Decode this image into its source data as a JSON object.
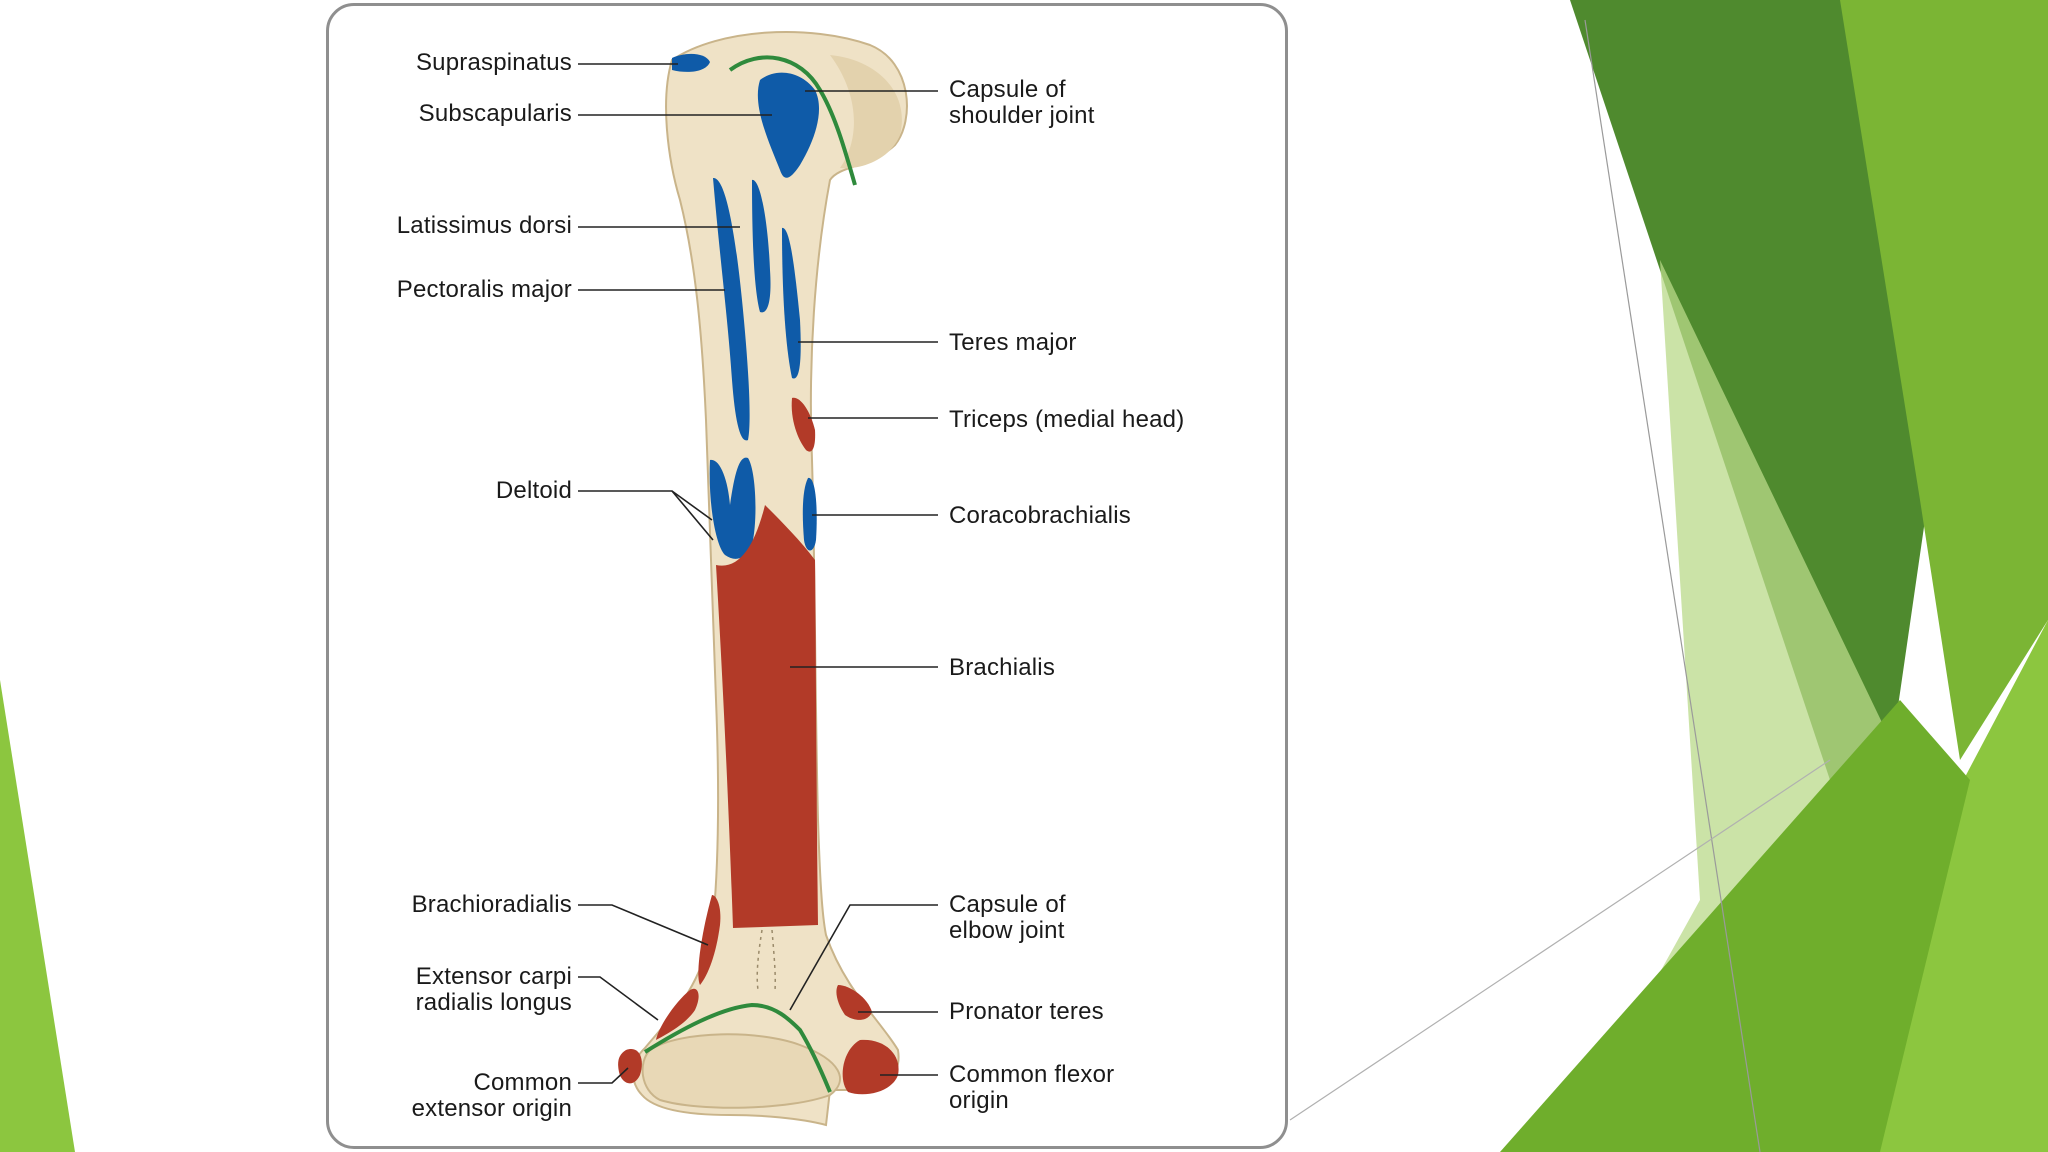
{
  "figure": {
    "labels_left": [
      {
        "id": "supraspinatus",
        "text": "Supraspinatus"
      },
      {
        "id": "subscapularis",
        "text": "Subscapularis"
      },
      {
        "id": "latissimus-dorsi",
        "text": "Latissimus dorsi"
      },
      {
        "id": "pectoralis-major",
        "text": "Pectoralis major"
      },
      {
        "id": "deltoid",
        "text": "Deltoid"
      },
      {
        "id": "brachioradialis",
        "text": "Brachioradialis"
      },
      {
        "id": "extensor-carpi-radialis-longus",
        "text": "Extensor carpi\nradialis longus"
      },
      {
        "id": "common-extensor-origin",
        "text": "Common\nextensor origin"
      }
    ],
    "labels_right": [
      {
        "id": "capsule-of-shoulder-joint",
        "text": "Capsule of\nshoulder joint"
      },
      {
        "id": "teres-major",
        "text": "Teres major"
      },
      {
        "id": "triceps-medial-head",
        "text": "Triceps (medial head)"
      },
      {
        "id": "coracobrachialis",
        "text": "Coracobrachialis"
      },
      {
        "id": "brachialis",
        "text": "Brachialis"
      },
      {
        "id": "capsule-of-elbow-joint",
        "text": "Capsule of\nelbow joint"
      },
      {
        "id": "pronator-teres",
        "text": "Pronator teres"
      },
      {
        "id": "common-flexor-origin",
        "text": "Common flexor\norigin"
      }
    ]
  },
  "colors": {
    "bone": "#efe2c6",
    "bone_shade": "#d9c6a0",
    "insertion_blue": "#0f5ba8",
    "origin_red": "#b23a28",
    "capsule_green": "#2f8a3c",
    "frame": "#8f8f8f",
    "accent_green_dark": "#4f8a2e",
    "accent_green_light": "#8cc63f"
  }
}
